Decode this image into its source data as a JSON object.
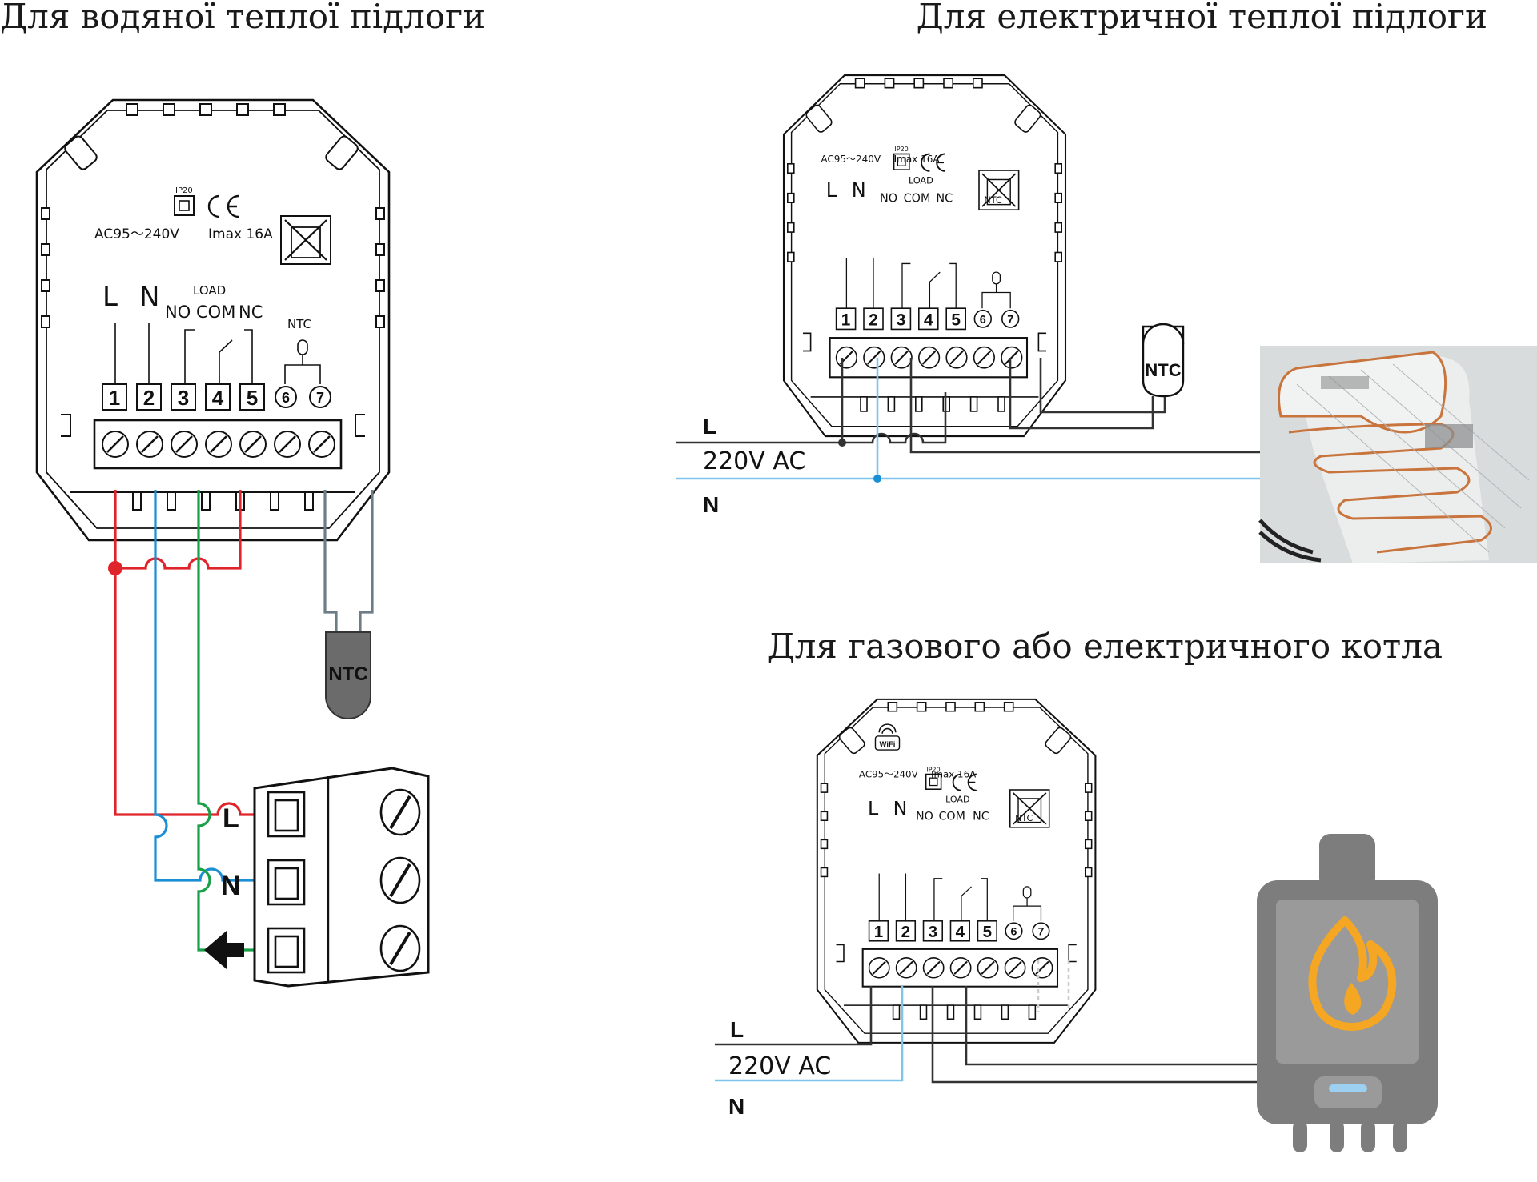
{
  "titles": {
    "water": "Для водяної теплої підлоги",
    "electric": "Для електричної теплої підлоги",
    "boiler": "Для газового або електричного котла"
  },
  "thermostat": {
    "ip": "IP20",
    "ce": "CE",
    "voltage": "AC95～240V",
    "current": "Imax 16A",
    "l": "L",
    "n": "N",
    "load": "LOAD",
    "no": "NO",
    "com": "COM",
    "nc": "NC",
    "ntc": "NTC",
    "t1": "1",
    "t2": "2",
    "t3": "3",
    "t4": "4",
    "t5": "5",
    "t6": "6",
    "t7": "7",
    "wifi": "WiFi"
  },
  "water": {
    "sensor": "NTC",
    "block": {
      "l": "L",
      "n": "N"
    }
  },
  "electric": {
    "mains_l": "L",
    "mains_voltage": "220V AC",
    "mains_n": "N",
    "sensor": "NTC"
  },
  "boiler": {
    "mains_l": "L",
    "mains_voltage": "220V AC",
    "mains_n": "N"
  },
  "colors": {
    "live": "#e0242b",
    "neutral": "#1a8fd4",
    "earth": "#1aa048",
    "sensor_wire": "#6c7d86",
    "mains_n": "#7fc4ea",
    "boiler_body": "#808080",
    "flame": "#f5a623",
    "mat_wire": "#c8743c"
  },
  "icons": [
    "thermostat-back-panel",
    "ip20-icon",
    "ce-mark-icon",
    "weee-bin-icon",
    "relay-switch-icon",
    "ntc-sensor-icon",
    "terminal-screw-icon",
    "heating-mat-image",
    "boiler-icon",
    "flame-icon",
    "wifi-icon"
  ]
}
